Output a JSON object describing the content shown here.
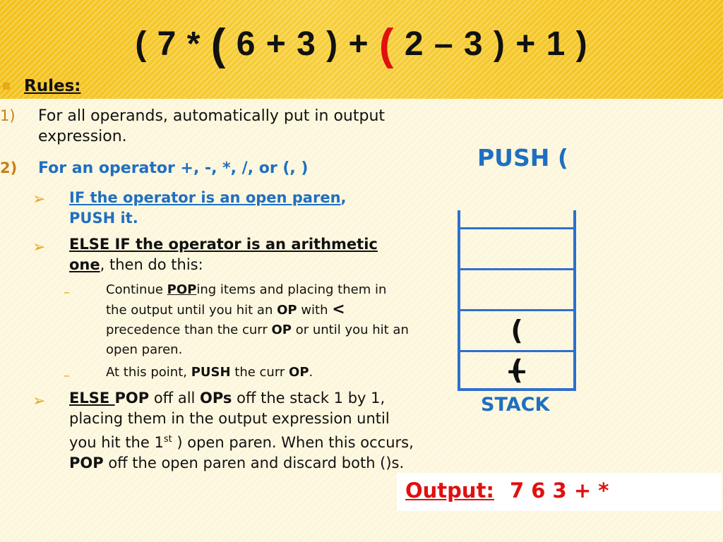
{
  "title": {
    "p1": "( 7 * ",
    "p2": "(",
    "p3": " 6 + 3 ) + ",
    "p4": "(",
    "p5": " 2 – 3 ) + 1 )"
  },
  "rules": {
    "heading": "Rules:",
    "item1": {
      "num": "1)",
      "text": "For all operands, automatically put in output expression."
    },
    "item2": {
      "num": "2)",
      "text": "For an operator +, -, *, /, or (, )"
    },
    "sub1": {
      "u": "IF the operator is an open paren",
      "rest": ",",
      "line2": "PUSH it."
    },
    "sub2": {
      "u": "ELSE IF the operator is an arithmetic one",
      "rest": ", then do this:"
    },
    "subsub1": {
      "a": "Continue ",
      "b": "POP",
      "c": "ing items and placing them in the output until you hit an ",
      "d": "OP",
      "e": " with ",
      "f": "<",
      "g": " precedence than the curr ",
      "h": "OP",
      "i": " or until you hit an open paren."
    },
    "subsub2": {
      "a": "At this point, ",
      "b": "PUSH",
      "c": " the curr ",
      "d": "OP",
      "e": "."
    },
    "sub3": {
      "a": "ELSE ",
      "b": "POP",
      "c": " off all ",
      "d": "OPs",
      "e": " off the stack 1 by 1, placing  them in the output expression until you hit the 1",
      "sup": "st",
      "f": " ) open paren. When this occurs, ",
      "g": "POP",
      "h": " off the open paren and discard both ()s."
    }
  },
  "push_label": "PUSH (",
  "stack": {
    "slots": [
      "",
      "",
      "(",
      "+",
      "("
    ],
    "label": "STACK"
  },
  "output": {
    "label": "Output:",
    "value": "7 6 3 + *"
  },
  "icons": {
    "bullet": "square-bullet-icon",
    "arrow": "arrow-bullet-icon",
    "dash": "dash-bullet-icon"
  },
  "colors": {
    "accent_red": "#e01010",
    "accent_blue": "#1f6fc1",
    "stack_blue": "#2d6fd0",
    "bullet_orange": "#e8a91b"
  }
}
